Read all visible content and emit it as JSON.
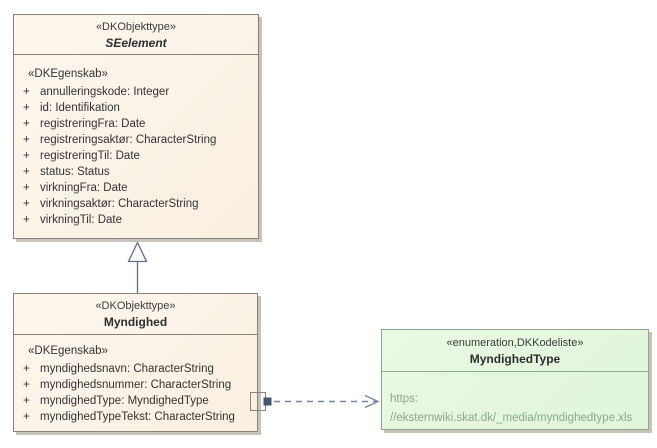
{
  "diagram": {
    "background_color": "#ffffff",
    "colors": {
      "class_fill": "#faf1e4",
      "class_border": "#8a8178",
      "enum_fill": "#e4f6dd",
      "enum_border": "#8fa98f",
      "enum_link_text": "#8ca789",
      "connector_line": "#5e6e90",
      "dependency_line": "#7487a5",
      "shadow": "#c7c3bb",
      "text": "#333333"
    },
    "classes": [
      {
        "id": "seelement",
        "stereotype": "«DKObjekttype»",
        "name": "SEelement",
        "abstract": true,
        "section_label": "«DKEgenskab»",
        "attributes": [
          {
            "visibility": "+",
            "text": "annulleringskode: Integer"
          },
          {
            "visibility": "+",
            "text": "id: Identifikation"
          },
          {
            "visibility": "+",
            "text": "registreringFra: Date"
          },
          {
            "visibility": "+",
            "text": "registreringsaktør: CharacterString"
          },
          {
            "visibility": "+",
            "text": "registreringTil: Date"
          },
          {
            "visibility": "+",
            "text": "status: Status"
          },
          {
            "visibility": "+",
            "text": "virkningFra: Date"
          },
          {
            "visibility": "+",
            "text": "virkningsaktør: CharacterString"
          },
          {
            "visibility": "+",
            "text": "virkningTil: Date"
          }
        ]
      },
      {
        "id": "myndighed",
        "stereotype": "«DKObjekttype»",
        "name": "Myndighed",
        "abstract": false,
        "section_label": "«DKEgenskab»",
        "attributes": [
          {
            "visibility": "+",
            "text": "myndighedsnavn: CharacterString"
          },
          {
            "visibility": "+",
            "text": "myndighedsnummer: CharacterString"
          },
          {
            "visibility": "+",
            "text": "myndighedType: MyndighedType"
          },
          {
            "visibility": "+",
            "text": "myndighedTypeTekst: CharacterString"
          }
        ]
      },
      {
        "id": "myndighedtype",
        "stereotype": "«enumeration,DKKodeliste»",
        "name": "MyndighedType",
        "link_lines": [
          "https:",
          "//eksternwiki.skat.dk/_media/myndighedtype.xls"
        ]
      }
    ],
    "relationships": [
      {
        "type": "generalization",
        "from": "Myndighed",
        "to": "SEelement"
      },
      {
        "type": "dependency",
        "from": "Myndighed.myndighedType",
        "to": "MyndighedType"
      }
    ]
  }
}
